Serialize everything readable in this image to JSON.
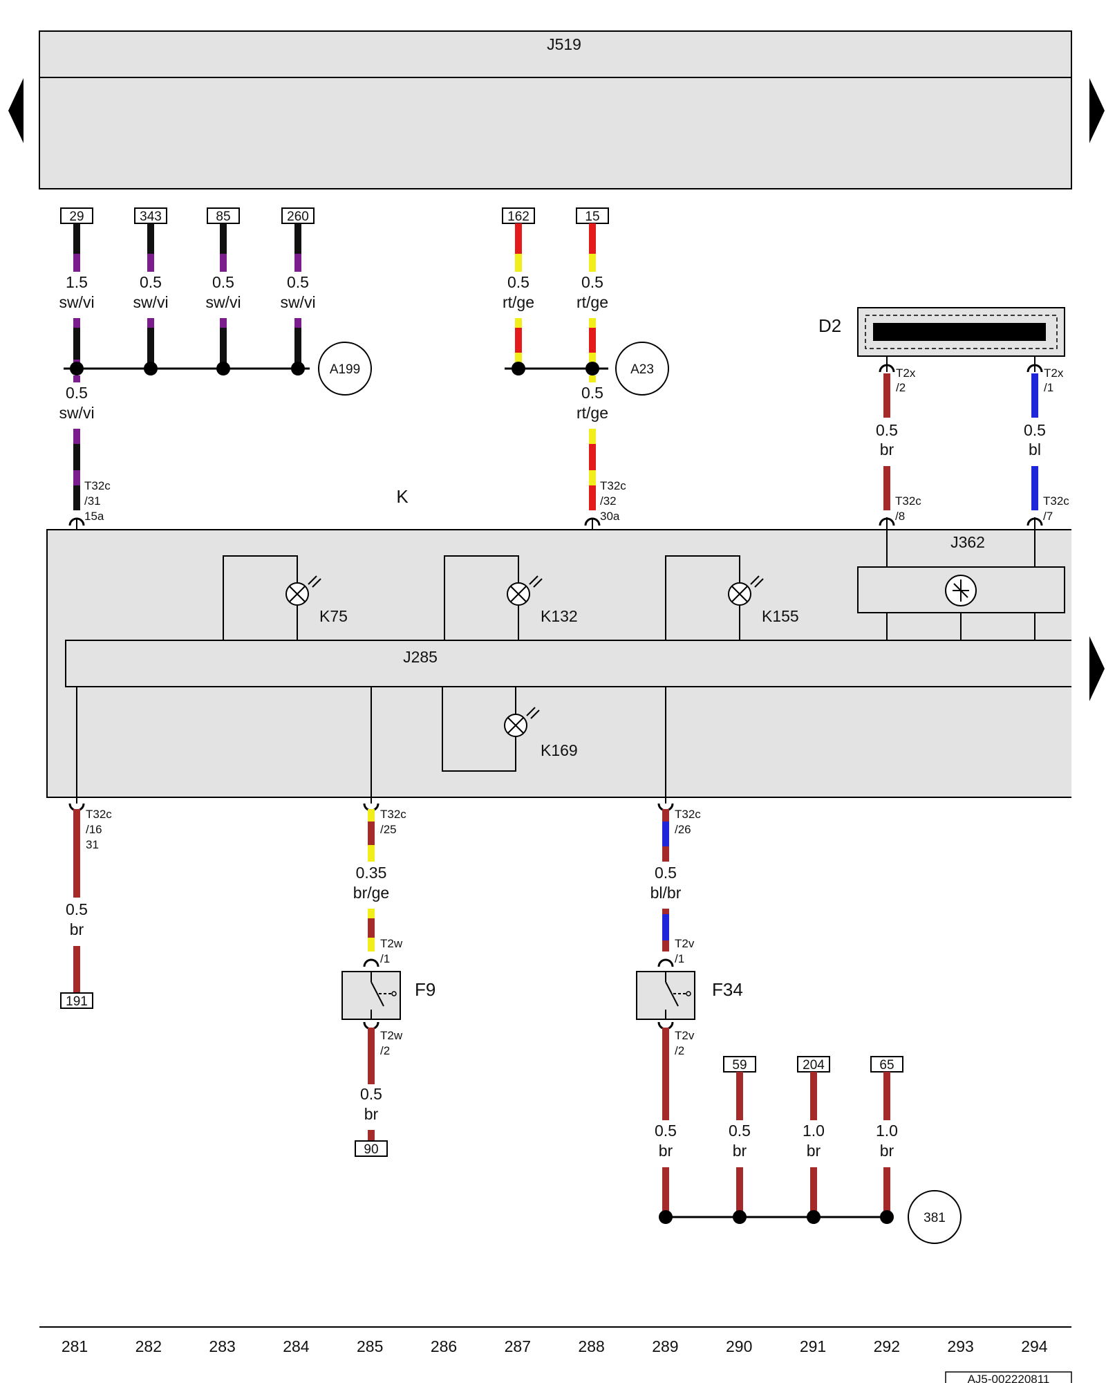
{
  "colors": {
    "box_fill": "#e3e3e3",
    "sw": "#111111",
    "vi": "#7b1d8c",
    "rt": "#e31b1b",
    "ge": "#f2ee1c",
    "br": "#a52a2a",
    "bl": "#1f25d8"
  },
  "nav": {
    "left_arrow_icon": "triangle-left-icon",
    "right_arrow_icon": "triangle-right-icon"
  },
  "components": {
    "j519": "J519",
    "k": "K",
    "j285": "J285",
    "j362": "J362",
    "d2": "D2",
    "k75": "K75",
    "k132": "K132",
    "k155": "K155",
    "k169": "K169",
    "f9": "F9",
    "f34": "F34"
  },
  "splices": {
    "a199": "A199",
    "a23": "A23",
    "s381": "381"
  },
  "refs": {
    "r29": "29",
    "r343": "343",
    "r85": "85",
    "r260": "260",
    "r162": "162",
    "r15": "15",
    "r191": "191",
    "r90": "90",
    "r59": "59",
    "r204": "204",
    "r65": "65"
  },
  "wires": {
    "w29": {
      "size": "1.5",
      "color": "sw/vi"
    },
    "w343": {
      "size": "0.5",
      "color": "sw/vi"
    },
    "w85": {
      "size": "0.5",
      "color": "sw/vi"
    },
    "w260": {
      "size": "0.5",
      "color": "sw/vi"
    },
    "w162": {
      "size": "0.5",
      "color": "rt/ge"
    },
    "w15": {
      "size": "0.5",
      "color": "rt/ge"
    },
    "wk15a": {
      "size": "0.5",
      "color": "sw/vi"
    },
    "wk30a": {
      "size": "0.5",
      "color": "rt/ge"
    },
    "wd2a": {
      "size": "0.5",
      "color": "br"
    },
    "wd2b": {
      "size": "0.5",
      "color": "bl"
    },
    "w191": {
      "size": "0.5",
      "color": "br"
    },
    "wf9in": {
      "size": "0.35",
      "color": "br/ge"
    },
    "wf9out": {
      "size": "0.5",
      "color": "br"
    },
    "wf34in": {
      "size": "0.5",
      "color": "bl/br"
    },
    "wf34out": {
      "size": "0.5",
      "color": "br"
    },
    "w59": {
      "size": "0.5",
      "color": "br"
    },
    "w204": {
      "size": "1.0",
      "color": "br"
    },
    "w65": {
      "size": "1.0",
      "color": "br"
    }
  },
  "pins": {
    "p15a": {
      "conn": "T32c",
      "pin": "/31",
      "term": "15a"
    },
    "p30a": {
      "conn": "T32c",
      "pin": "/32",
      "term": "30a"
    },
    "p8": {
      "conn": "T32c",
      "pin": "/8"
    },
    "p7": {
      "conn": "T32c",
      "pin": "/7"
    },
    "d2p2": {
      "conn": "T2x",
      "pin": "/2"
    },
    "d2p1": {
      "conn": "T2x",
      "pin": "/1"
    },
    "p16": {
      "conn": "T32c",
      "pin": "/16",
      "term": "31"
    },
    "p25": {
      "conn": "T32c",
      "pin": "/25"
    },
    "p26": {
      "conn": "T32c",
      "pin": "/26"
    },
    "f9p1": {
      "conn": "T2w",
      "pin": "/1"
    },
    "f9p2": {
      "conn": "T2w",
      "pin": "/2"
    },
    "f34p1": {
      "conn": "T2v",
      "pin": "/1"
    },
    "f34p2": {
      "conn": "T2v",
      "pin": "/2"
    }
  },
  "grid": [
    "281",
    "282",
    "283",
    "284",
    "285",
    "286",
    "287",
    "288",
    "289",
    "290",
    "291",
    "292",
    "293",
    "294"
  ],
  "doc_id": "AJ5-002220811"
}
